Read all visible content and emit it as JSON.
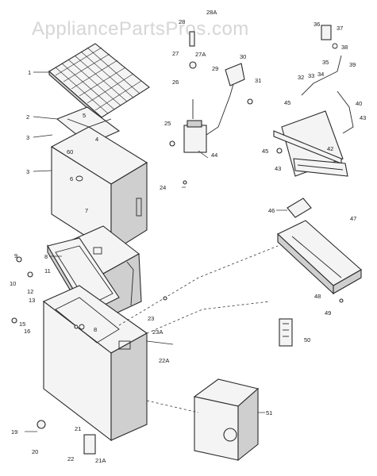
{
  "watermark": "AppliancePartsPros.com",
  "callouts": [
    {
      "id": "1",
      "label": "1"
    },
    {
      "id": "2",
      "label": "2"
    },
    {
      "id": "3a",
      "label": "3"
    },
    {
      "id": "3b",
      "label": "3"
    },
    {
      "id": "4",
      "label": "4"
    },
    {
      "id": "5",
      "label": "5"
    },
    {
      "id": "6",
      "label": "6"
    },
    {
      "id": "7",
      "label": "7"
    },
    {
      "id": "8a",
      "label": "8"
    },
    {
      "id": "8b",
      "label": "8"
    },
    {
      "id": "9",
      "label": "9"
    },
    {
      "id": "10",
      "label": "10"
    },
    {
      "id": "11",
      "label": "11"
    },
    {
      "id": "12",
      "label": "12"
    },
    {
      "id": "13",
      "label": "13"
    },
    {
      "id": "15",
      "label": "15"
    },
    {
      "id": "16",
      "label": "16"
    },
    {
      "id": "19",
      "label": "19"
    },
    {
      "id": "20",
      "label": "20"
    },
    {
      "id": "21",
      "label": "21"
    },
    {
      "id": "21A",
      "label": "21A"
    },
    {
      "id": "22",
      "label": "22"
    },
    {
      "id": "22A",
      "label": "22A"
    },
    {
      "id": "23",
      "label": "23"
    },
    {
      "id": "23A",
      "label": "23A"
    },
    {
      "id": "24",
      "label": "24"
    },
    {
      "id": "25",
      "label": "25"
    },
    {
      "id": "26",
      "label": "26"
    },
    {
      "id": "27",
      "label": "27"
    },
    {
      "id": "27A",
      "label": "27A"
    },
    {
      "id": "28",
      "label": "28"
    },
    {
      "id": "28A",
      "label": "28A"
    },
    {
      "id": "29",
      "label": "29"
    },
    {
      "id": "30",
      "label": "30"
    },
    {
      "id": "31",
      "label": "31"
    },
    {
      "id": "32",
      "label": "32"
    },
    {
      "id": "33",
      "label": "33"
    },
    {
      "id": "34",
      "label": "34"
    },
    {
      "id": "35",
      "label": "35"
    },
    {
      "id": "36",
      "label": "36"
    },
    {
      "id": "37",
      "label": "37"
    },
    {
      "id": "38",
      "label": "38"
    },
    {
      "id": "39",
      "label": "39"
    },
    {
      "id": "40",
      "label": "40"
    },
    {
      "id": "42",
      "label": "42"
    },
    {
      "id": "43a",
      "label": "43"
    },
    {
      "id": "43b",
      "label": "43"
    },
    {
      "id": "44",
      "label": "44"
    },
    {
      "id": "45a",
      "label": "45"
    },
    {
      "id": "45b",
      "label": "45"
    },
    {
      "id": "46",
      "label": "46"
    },
    {
      "id": "47",
      "label": "47"
    },
    {
      "id": "48",
      "label": "48"
    },
    {
      "id": "49",
      "label": "49"
    },
    {
      "id": "50",
      "label": "50"
    },
    {
      "id": "51",
      "label": "51"
    },
    {
      "id": "60",
      "label": "60"
    }
  ]
}
